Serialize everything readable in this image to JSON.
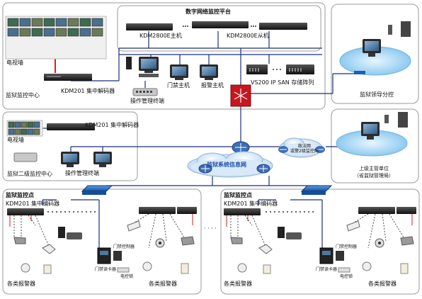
{
  "colors": {
    "panel_border": "#8a8a8a",
    "wire": "#1d2f7a",
    "wire_dashed": "#222222",
    "alarm_wire": "#e21b1b",
    "cloud": "#cfe3f6",
    "cloud_text": "#1f4fa8",
    "firewall": "#c8161e",
    "router": "#3d6fb6",
    "switch": "#1c5fb8",
    "dvr": "#2b2b2b",
    "monitor_screen": "#4a7aa2",
    "desk": "#9bd0ef"
  },
  "platform": {
    "title": "数字网络监控平台",
    "master_label": "KDM2800E主机",
    "slave_label": "KDM2800E从机",
    "storage_label": "VS200 IP SAN 存储阵列",
    "access_host_label": "门禁主机",
    "alarm_host_label": "报警主机"
  },
  "center": {
    "tv_wall_label": "电视墙",
    "decoder_label": "KDM201 集中解码器",
    "center_label": "监狱监控中心",
    "ops_label": "操作管理终端"
  },
  "secondary": {
    "decoder_label": "KDM201 集中解码器",
    "tv_wall_label": "电视墙",
    "center_label": "监狱二级监控中心",
    "ops_label": "操作管理终端"
  },
  "network": {
    "cloud_label": "监狱系统信息网",
    "gov_cloud_label": "政法网\n或警2级监控网"
  },
  "remote": {
    "leader_label": "监狱领导分控",
    "superior_label": "上级主管单位\n（省监狱管理局）"
  },
  "points": [
    {
      "title": "监狱监控点",
      "encoder_label": "KDM201 集中编码器",
      "alarm_label": "各类报警器",
      "access_label": "门禁控制器",
      "card_label": "门禁读卡器",
      "lock_label": "电控锁"
    },
    {
      "title": "监狱监控点",
      "encoder_label": "KDM201 集中编码器",
      "alarm_label": "各类报警器",
      "access_label": "门禁控制器",
      "card_label": "门禁读卡器",
      "lock_label": "电控锁"
    }
  ],
  "ellipsis": "· · · · · ·",
  "between_points": "· · · ·"
}
